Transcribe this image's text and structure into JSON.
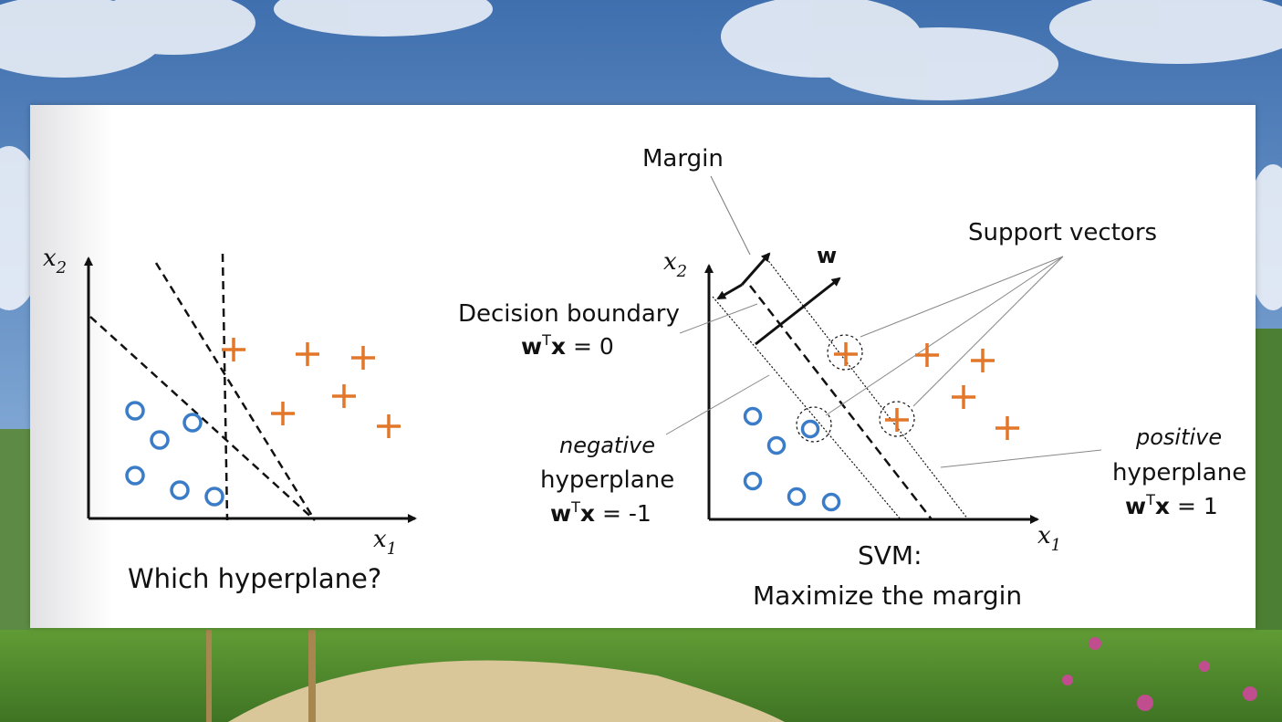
{
  "colors": {
    "sky_top": "#3f6fae",
    "sky_mid": "#7fa6d3",
    "grass": "#4f8a2e",
    "path": "#d9c79a",
    "class_circle": "#3a7cc7",
    "class_plus": "#e2772a"
  },
  "navigation": {
    "prev_icon": "chevron-left-icon"
  },
  "left_diagram": {
    "axis_y": "x",
    "axis_y_sub": "2",
    "axis_x": "x",
    "axis_x_sub": "1",
    "caption": "Which hyperplane?"
  },
  "right_diagram": {
    "axis_y": "x",
    "axis_y_sub": "2",
    "axis_x": "x",
    "axis_x_sub": "1",
    "margin_label": "Margin",
    "w_label": "w",
    "support_vectors_label": "Support vectors",
    "decision_boundary_label": "Decision boundary",
    "decision_eq_w": "w",
    "decision_eq_sup": "T",
    "decision_eq_x": "x",
    "decision_eq_rest": " = 0",
    "negative_label": "negative",
    "negative_hyperplane": "hyperplane",
    "negative_eq_w": "w",
    "negative_eq_sup": "T",
    "negative_eq_x": "x",
    "negative_eq_rest": " = -1",
    "positive_label": "positive",
    "positive_hyperplane": "hyperplane",
    "positive_eq_w": "w",
    "positive_eq_sup": "T",
    "positive_eq_x": "x",
    "positive_eq_rest": " = 1",
    "caption_line1": "SVM:",
    "caption_line2": "Maximize the margin"
  }
}
